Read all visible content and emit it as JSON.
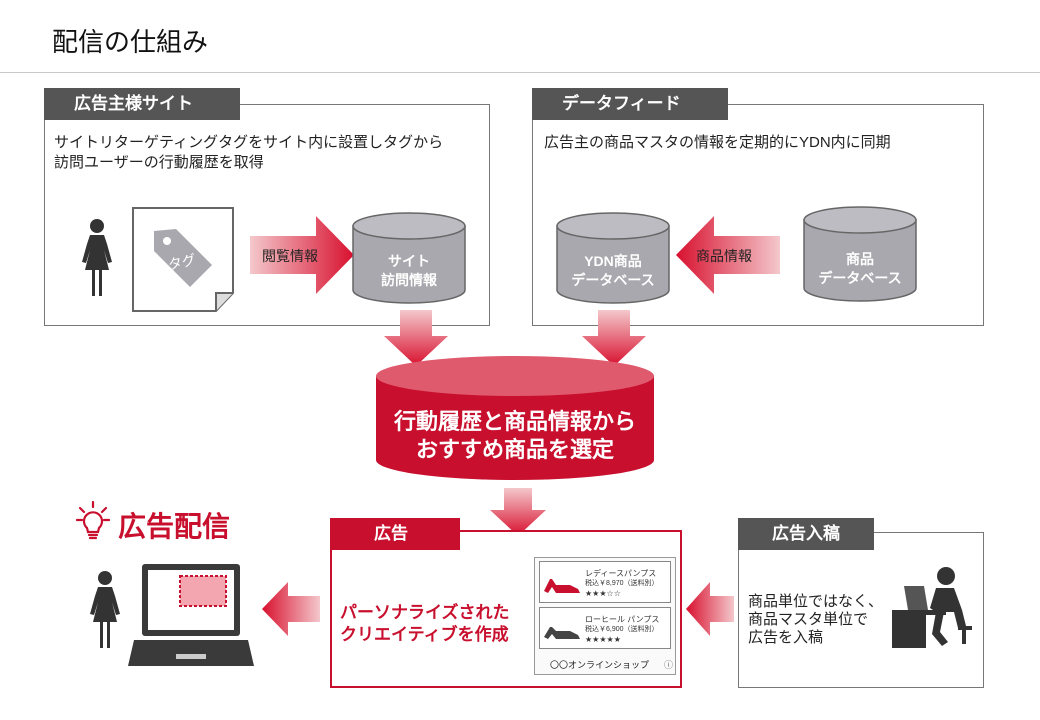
{
  "page": {
    "title": "配信の仕組み"
  },
  "advertiser_site": {
    "tab": "広告主様サイト",
    "description_line1": "サイトリターゲティングタグをサイト内に設置しタグから",
    "description_line2": "訪問ユーザーの行動履歴を取得",
    "tag_label": "タグ",
    "arrow_label": "閲覧情報",
    "db_line1": "サイト",
    "db_line2": "訪問情報"
  },
  "data_feed": {
    "tab": "データフィード",
    "description": "広告主の商品マスタの情報を定期的にYDN内に同期",
    "ydn_db_line1": "YDN商品",
    "ydn_db_line2": "データベース",
    "arrow_label": "商品情報",
    "product_db_line1": "商品",
    "product_db_line2": "データベース"
  },
  "central": {
    "line1": "行動履歴と商品情報から",
    "line2": "おすすめ商品を選定"
  },
  "delivery": {
    "label": "広告配信"
  },
  "ad": {
    "tab": "広告",
    "headline_line1": "パーソナライズされた",
    "headline_line2": "クリエイティブを作成",
    "item1_name": "レディースパンプス",
    "item1_price": "税込￥8,970（送料別）",
    "item1_stars": "★★★☆☆",
    "item2_name": "ローヒール パンプス",
    "item2_price": "税込￥6,900（送料別）",
    "item2_stars": "★★★★★",
    "shop_name": "〇〇オンラインショップ",
    "info_mark": "ⓘ"
  },
  "submission": {
    "tab": "広告入稿",
    "line1": "商品単位ではなく、",
    "line2": "商品マスタ単位で",
    "line3": "広告を入稿"
  },
  "colors": {
    "brand_red": "#c8102e",
    "gray_dark": "#555555",
    "db_gray": "#a8a8ae"
  },
  "icons": [
    "person-icon",
    "tag-icon",
    "database-icon",
    "lightbulb-icon",
    "laptop-icon",
    "pump-shoe-icon",
    "office-worker-icon",
    "arrow-icon"
  ]
}
